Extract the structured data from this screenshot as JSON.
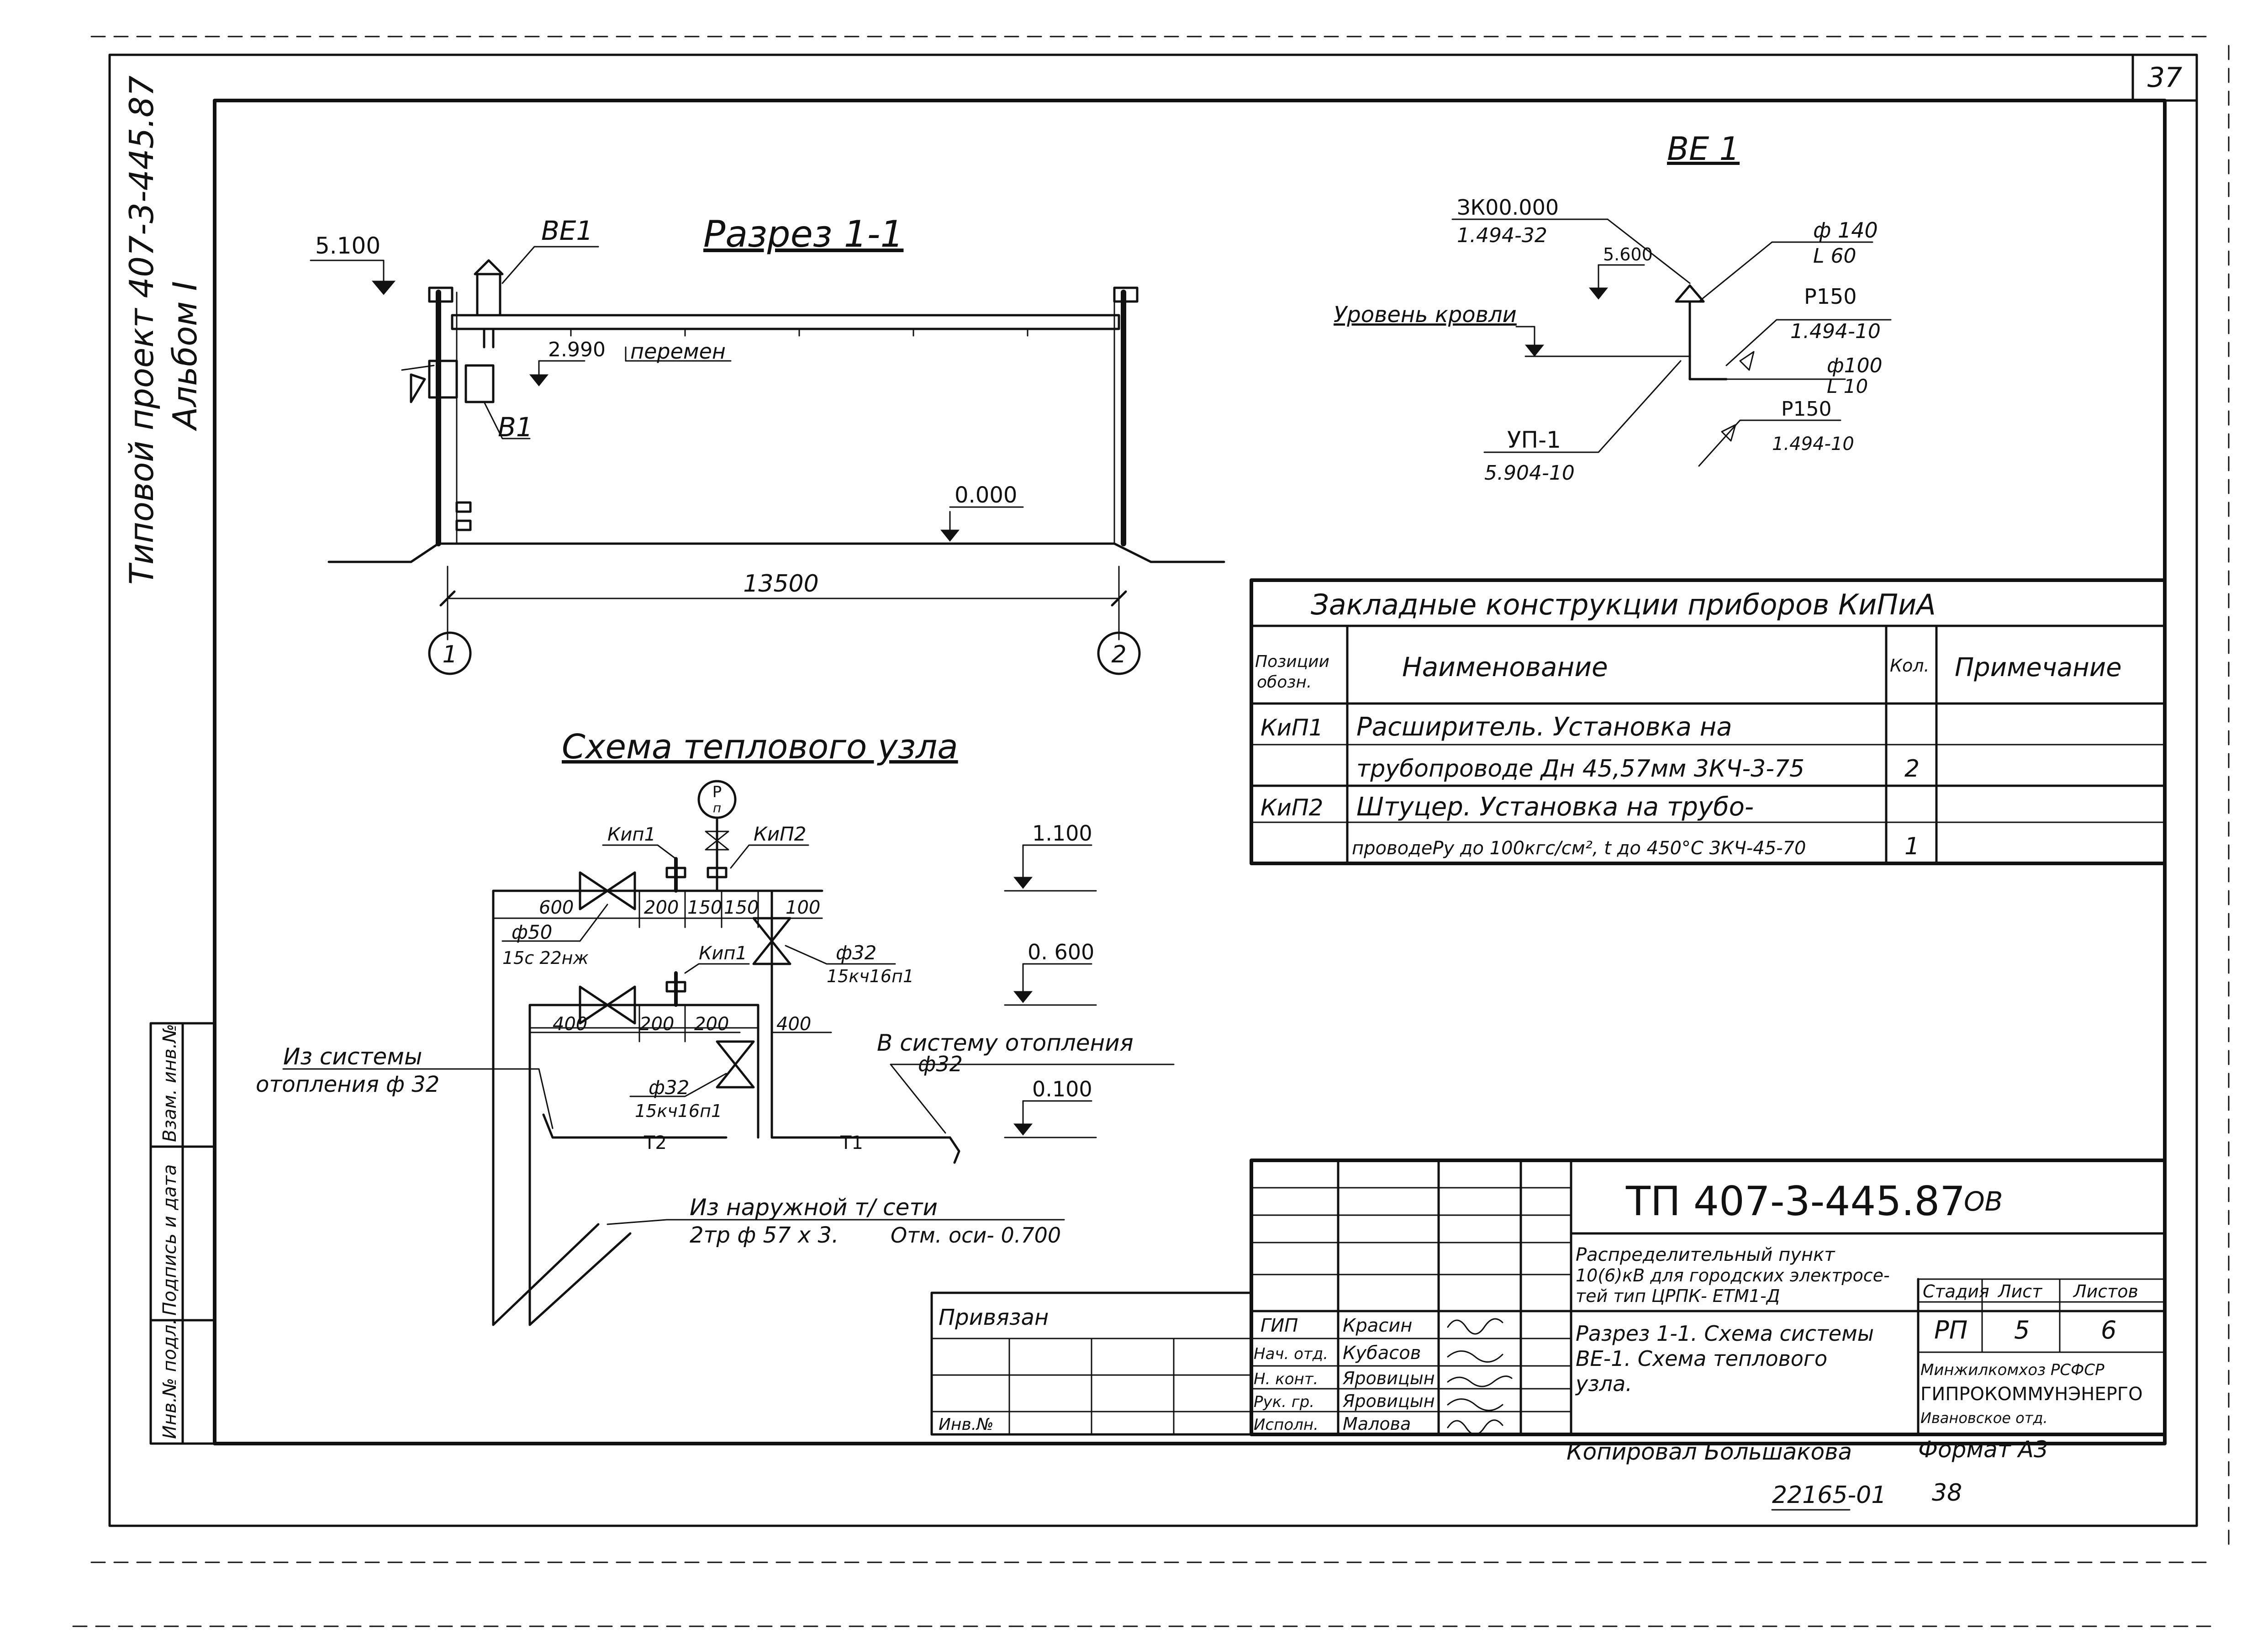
{
  "sheet": {
    "number": "37",
    "copied_by": "Копировал  Большакова",
    "format": "Формат  А3",
    "order_number": "22165-01",
    "order_sheet": "38"
  },
  "side_stamp": {
    "project": "Типовой  проект  407-3-445.87",
    "album": "Альбом I",
    "cells": [
      "Инв.№ подл.",
      "Подпись и дата",
      "Взам. инв.№"
    ]
  },
  "section": {
    "title": "Разрез 1-1",
    "mark_be1": "ВЕ1",
    "mark_v1": "В1",
    "level_top": "5.100",
    "level_mid": "2.990",
    "level_mid_note": "перемен",
    "level_floor": "0.000",
    "span": "13500",
    "axis1": "1",
    "axis2": "2"
  },
  "be1": {
    "title": "ВЕ 1",
    "ref1_code": "ЗК00.000",
    "ref1_doc": "1.494-32",
    "level_elev": "5.600",
    "roof_label": "Уровень  кровли",
    "d140": "ф 140",
    "l60": "L 60",
    "p150_1": "Р150",
    "doc_1494_10_a": "1.494-10",
    "d100": "ф100",
    "l10": "L 10",
    "p150_2": "Р150",
    "doc_1494_10_b": "1.494-10",
    "up1": "УП-1",
    "up1_doc": "5.904-10"
  },
  "schema": {
    "title": "Схема  теплового  узла",
    "kip1_top": "Кип1",
    "kip2": "КиП2",
    "kip1_low": "Кип1",
    "gauge_p": "P",
    "gauge_n": "п",
    "dim600": "600",
    "dim200a": "200",
    "dim150a": "150",
    "dim150b": "150",
    "dim100": "100",
    "d50": "ф50",
    "v15c22": "15с 22нж",
    "d32a": "ф32",
    "v15kch16a": "15кч16п1",
    "dim400a": "400",
    "dim200b": "200",
    "dim200c": "200",
    "dim400b": "400",
    "d32b": "ф32",
    "v15kch16b": "15кч16п1",
    "from_system_1": "Из  системы",
    "from_system_2": "отопления  ф 32",
    "to_system_1": "В систему  отопления",
    "to_system_2": "ф32",
    "t2": "Т2",
    "t1": "Т1",
    "lev1100": "1.100",
    "lev0600": "0. 600",
    "lev0100": "0.100",
    "outer_1": "Из  наружной  т/ сети",
    "outer_2": "2тр ф 57 х 3.",
    "outer_3": "Отм. оси- 0.700"
  },
  "spec_table": {
    "title": "Закладные   конструкции   приборов   КиПиА",
    "headers": {
      "pos_1": "Позиции",
      "pos_2": "обозн.",
      "name": "Наименование",
      "qty": "Кол.",
      "note": "Примечание"
    },
    "rows": [
      {
        "pos": "КиП1",
        "name": "Расширитель.   Установка  на",
        "qty": ""
      },
      {
        "pos": "",
        "name": "трубопроводе  Дн 45,57мм  3КЧ-3-75",
        "qty": "2"
      },
      {
        "pos": "КиП2",
        "name": "Штуцер.   Установка  на  трубо-",
        "qty": ""
      },
      {
        "pos": "",
        "name": "проводеРу до 100кгс/см², t до 450°С  3КЧ-45-70",
        "qty": "1"
      }
    ]
  },
  "title_block": {
    "doc_code": "ТП 407-3-445.87",
    "doc_suffix": "ОВ",
    "privyazan": "Привязан",
    "inv_no": "Инв.№",
    "desc_1": "Распределительный  пункт",
    "desc_2": "10(6)кВ для городских электросе-",
    "desc_3": "тей тип ЦРПК- ЕТМ1-Д",
    "sheet_title_1": "Разрез 1-1. Схема системы",
    "sheet_title_2": "ВЕ-1. Схема  теплового",
    "sheet_title_3": "узла.",
    "stage_label": "Стадия",
    "sheet_label": "Лист",
    "sheets_label": "Листов",
    "stage": "РП",
    "sheet_no": "5",
    "sheets_total": "6",
    "org_1": "Минжилкомхоз  РСФСР",
    "org_2": "ГИПРОКОММУНЭНЕРГО",
    "org_3": "Ивановское отд.",
    "roles": [
      {
        "role": "ГИП",
        "name": "Красин"
      },
      {
        "role": "Нач. отд.",
        "name": "Кубасов"
      },
      {
        "role": "Н. конт.",
        "name": "Яровицын"
      },
      {
        "role": "Рук. гр.",
        "name": "Яровицын"
      },
      {
        "role": "Исполн.",
        "name": "Малова"
      }
    ]
  }
}
